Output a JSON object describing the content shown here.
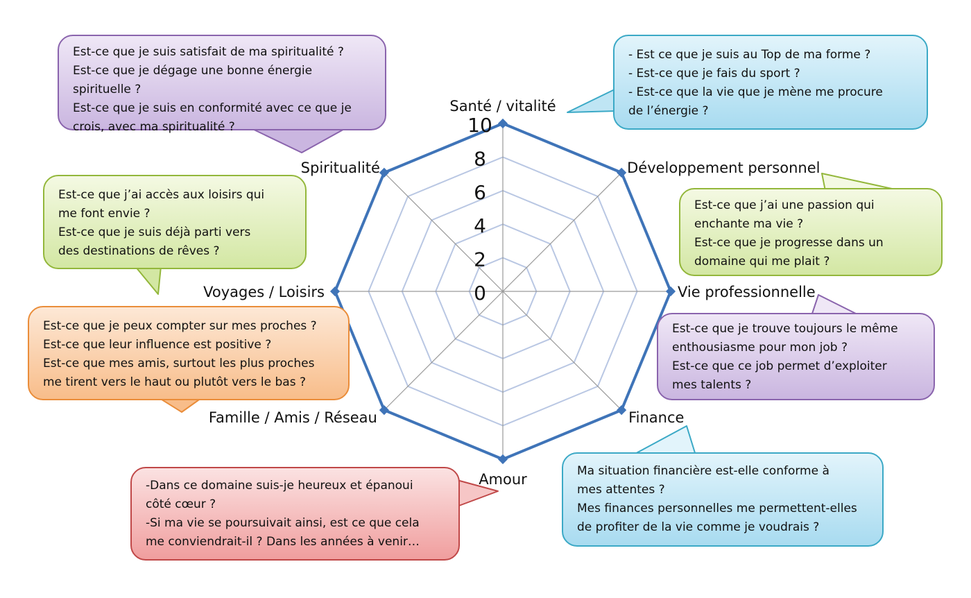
{
  "chart_data": {
    "type": "radar",
    "categories": [
      "Santé / vitalité",
      "Développement personnel",
      "Vie professionnelle",
      "Finance",
      "Amour",
      "Famille / Amis / Réseau",
      "Voyages / Loisirs",
      "Spiritualité"
    ],
    "values": [
      10,
      10,
      10,
      10,
      10,
      10,
      10,
      10
    ],
    "rlim": [
      0,
      10
    ],
    "ticks": [
      "0",
      "2",
      "4",
      "6",
      "8",
      "10"
    ],
    "tick_values": [
      0,
      2,
      4,
      6,
      8,
      10
    ],
    "series_color": "#3f74b8",
    "grid_color": "#b9c7e3"
  },
  "bubbles": {
    "spiritualite": {
      "color": "purple",
      "lines": [
        "Est-ce que je suis satisfait de ma spiritualité ?",
        "Est-ce que je dégage une bonne énergie",
        "spirituelle ?",
        "Est-ce que je suis en conformité avec ce que je",
        "crois, avec ma spiritualité ?"
      ]
    },
    "sante": {
      "color": "blue",
      "lines": [
        " - Est ce que je suis au Top de ma forme ?",
        " - Est-ce que je fais du sport ?",
        " - Est-ce que la vie que je mène me procure",
        "de l’énergie ?"
      ]
    },
    "voyages": {
      "color": "green",
      "lines": [
        "Est-ce que j’ai accès aux loisirs qui",
        "me font envie ?",
        "Est-ce que je suis déjà parti vers",
        "des destinations de rêves ?"
      ]
    },
    "developpement": {
      "color": "green",
      "lines": [
        "Est-ce que j’ai une passion qui",
        "enchante ma vie ?",
        "Est-ce que je progresse dans un",
        "domaine qui me plait ?"
      ]
    },
    "famille": {
      "color": "orange",
      "lines": [
        "Est-ce que je peux compter sur mes proches ?",
        "Est-ce que leur influence est positive ?",
        "Est-ce que mes amis, surtout les plus proches",
        "me tirent vers le haut ou plutôt vers le bas ?"
      ]
    },
    "vie_pro": {
      "color": "purple",
      "lines": [
        "Est-ce que je trouve toujours le même",
        "enthousiasme pour mon job ?",
        "Est-ce que ce job permet d’exploiter",
        "mes talents ?"
      ]
    },
    "amour": {
      "color": "red",
      "lines": [
        "-Dans ce domaine suis-je heureux et épanoui",
        "côté cœur ?",
        "-Si ma vie se poursuivait ainsi, est ce que cela",
        "me conviendrait-il ? Dans les années à venir…"
      ]
    },
    "finance": {
      "color": "blue",
      "lines": [
        "Ma situation financière est-elle conforme à",
        "mes attentes ?",
        "Mes finances personnelles me permettent-elles",
        "de profiter de la vie comme je voudrais ?"
      ]
    }
  }
}
